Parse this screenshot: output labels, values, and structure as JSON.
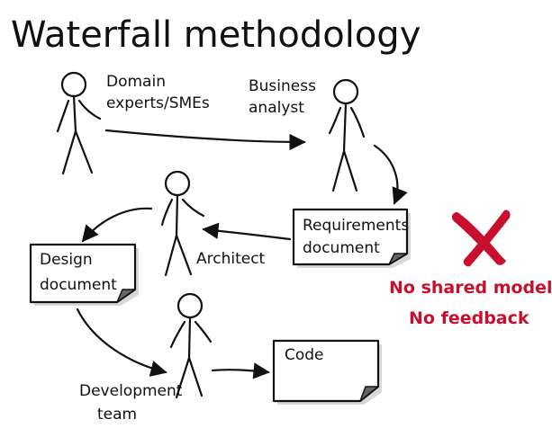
{
  "title": "Waterfall methodology",
  "actors": {
    "domain_experts": [
      "Domain",
      "experts/SMEs"
    ],
    "business_analyst": [
      "Business",
      "analyst"
    ],
    "architect": "Architect",
    "development_team": [
      "Development",
      "team"
    ]
  },
  "documents": {
    "requirements": [
      "Requirements",
      "document"
    ],
    "design": [
      "Design",
      "document"
    ],
    "code": "Code"
  },
  "annotation": {
    "line1": "No shared model",
    "line2": "No feedback"
  },
  "colors": {
    "ink": "#111111",
    "accent": "#c8102e"
  },
  "icons": {
    "cross": "cross-mark-icon",
    "person": "stick-figure-icon",
    "document": "document-icon"
  }
}
